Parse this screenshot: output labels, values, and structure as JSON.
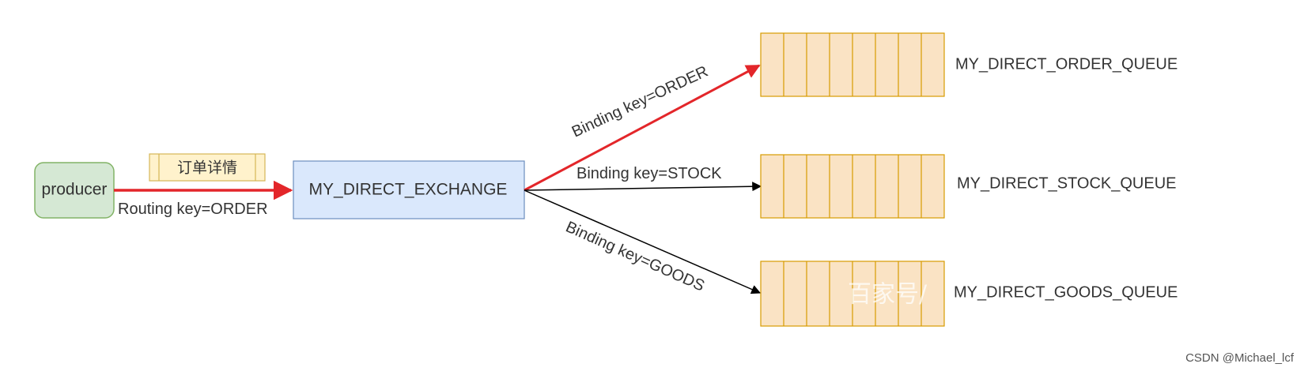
{
  "producer": {
    "label": "producer",
    "fill": "#d5e8d4",
    "stroke": "#82b366"
  },
  "message": {
    "label": "订单详情",
    "fill": "#fff2cc",
    "stroke": "#d6b656"
  },
  "routing_key": "Routing key=ORDER",
  "exchange": {
    "label": "MY_DIRECT_EXCHANGE",
    "fill": "#dae8fc",
    "stroke": "#6c8ebf"
  },
  "queue_style": {
    "fill": "#fae3c4",
    "stroke": "#d79b00"
  },
  "queues": [
    {
      "name": "MY_DIRECT_ORDER_QUEUE"
    },
    {
      "name": "MY_DIRECT_STOCK_QUEUE"
    },
    {
      "name": "MY_DIRECT_GOODS_QUEUE"
    }
  ],
  "bindings": [
    {
      "label": "Binding key=ORDER",
      "color": "#e3262a"
    },
    {
      "label": "Binding key=STOCK",
      "color": "#000000"
    },
    {
      "label": "Binding key=GOODS",
      "color": "#000000"
    }
  ],
  "highlight_color": "#e3262a",
  "watermark": "百家号/",
  "credit": "CSDN @Michael_lcf"
}
